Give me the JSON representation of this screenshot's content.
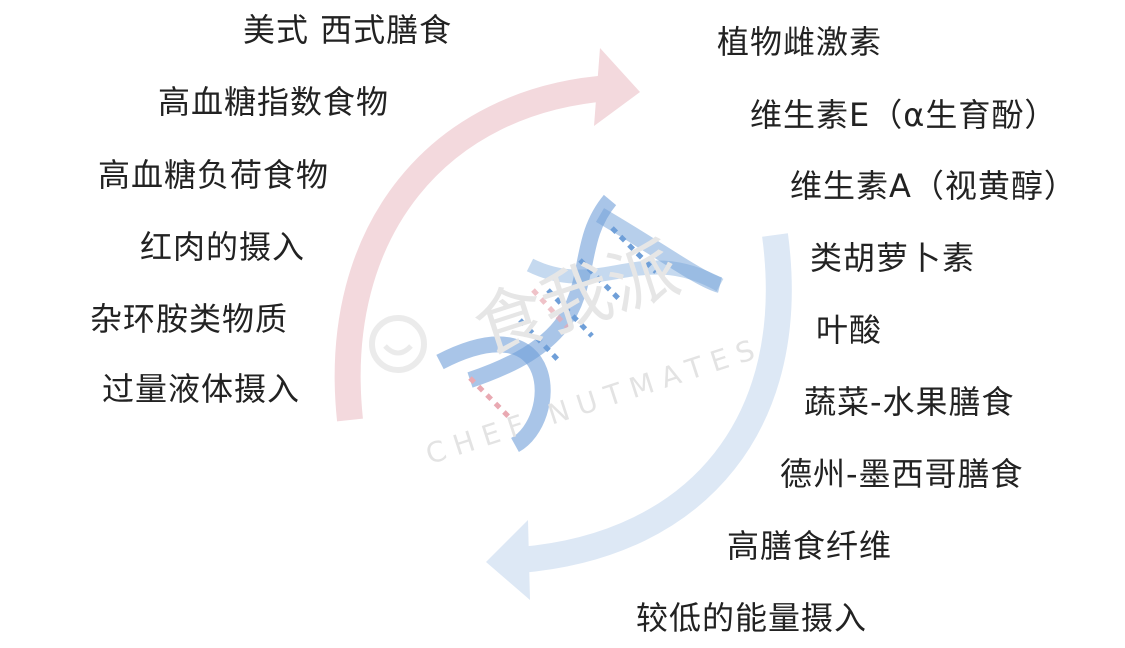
{
  "left_factors": [
    "美式 西式膳食",
    "高血糖指数食物",
    "高血糖负荷食物",
    "红肉的摄入",
    "杂环胺类物质",
    "过量液体摄入"
  ],
  "right_factors": [
    "植物雌激素",
    "维生素E（α生育酚）",
    "维生素A（视黄醇）",
    "类胡萝卜素",
    "叶酸",
    "蔬菜-水果膳食",
    "德州-墨西哥膳食",
    "高膳食纤维",
    "较低的能量摄入"
  ],
  "watermark": {
    "chinese": "食我派",
    "english": "CHEF NUTMATES"
  },
  "colors": {
    "risk_arrow": "#f3d9dd",
    "protect_arrow": "#dde8f5",
    "dna_blue": "#6f9fd8",
    "dna_pink": "#e9a9b2",
    "text": "#222222"
  }
}
